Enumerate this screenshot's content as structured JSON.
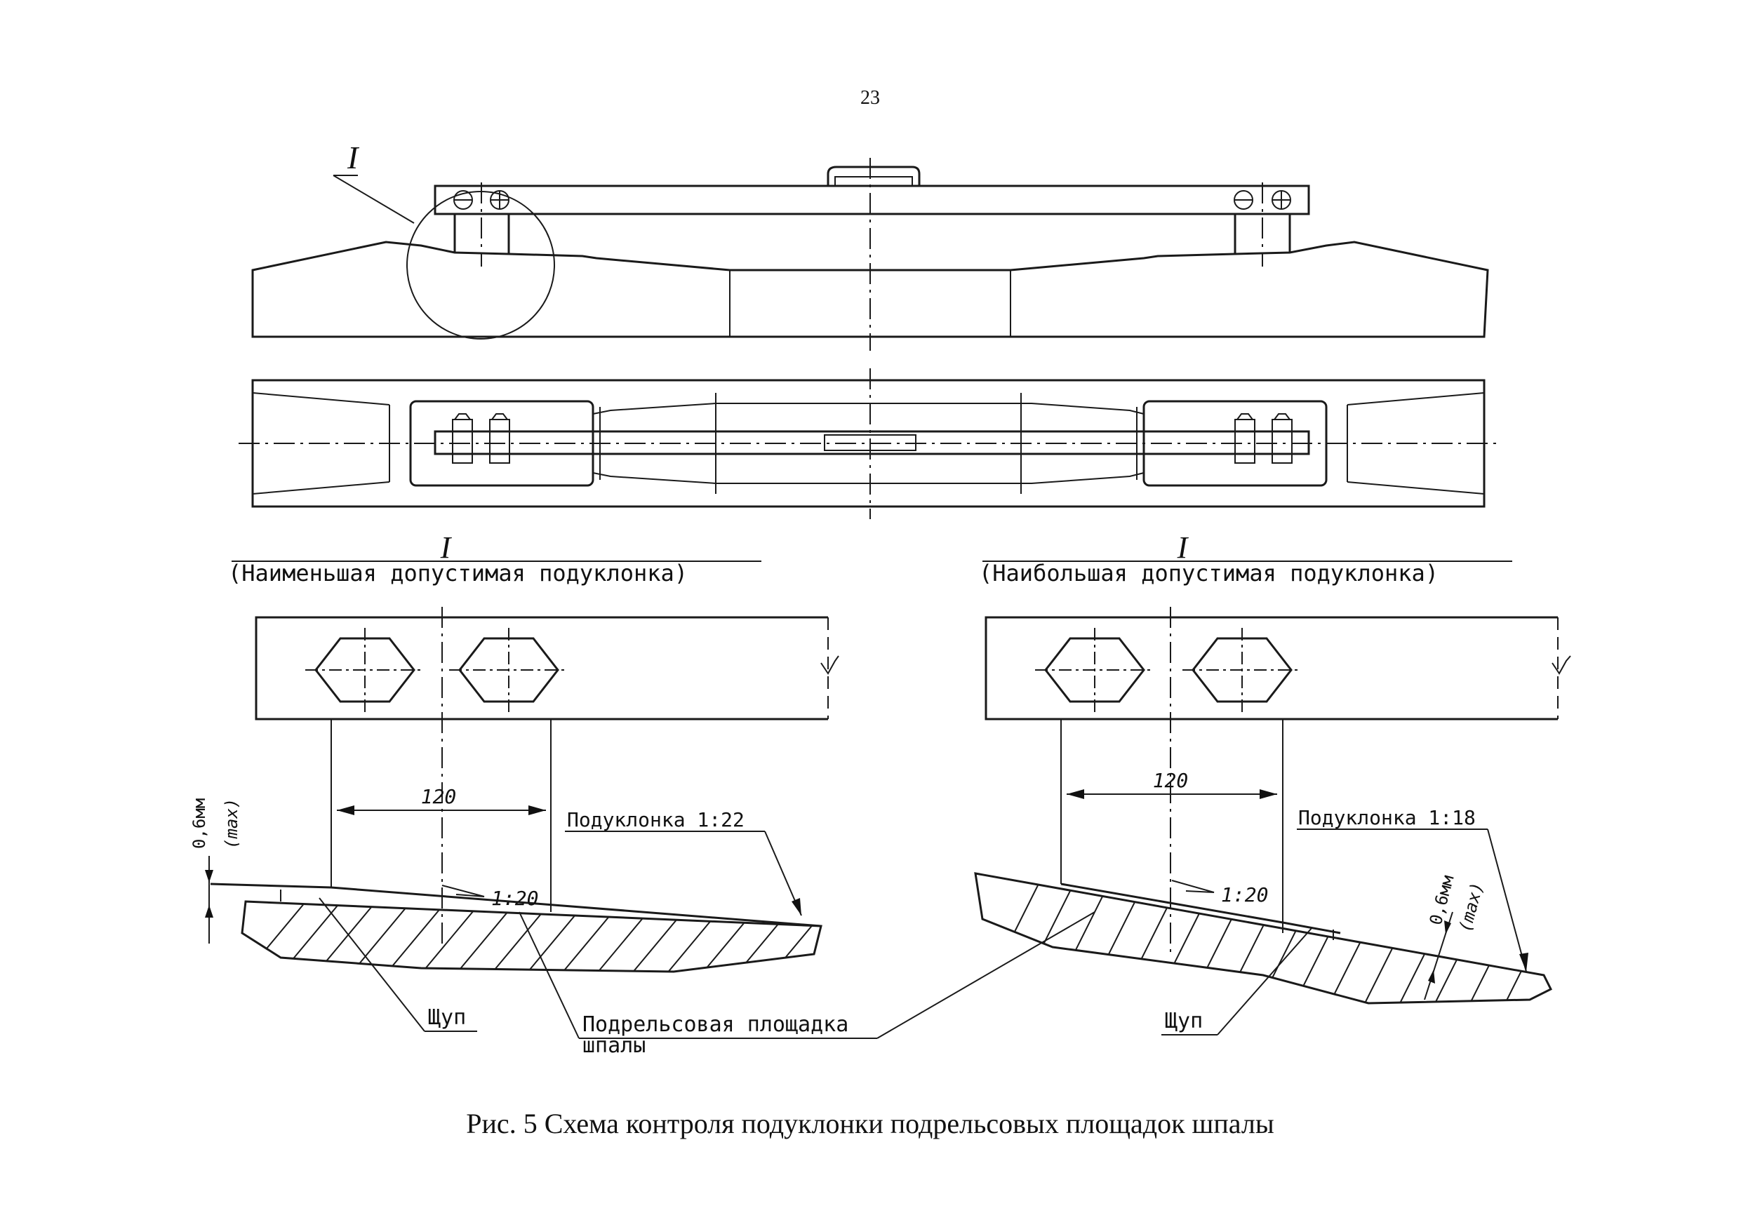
{
  "page_number": "23",
  "detail_marker": "I",
  "detail_left": {
    "marker": "I",
    "caption": "(Наименьшая допустимая подуклонка)",
    "dimension": "120",
    "slope_label": "Подуклонка 1:22",
    "ratio": "1:20",
    "gap_value": "0,6мм",
    "gap_note": "(max)",
    "probe_label": "Щуп"
  },
  "detail_right": {
    "marker": "I",
    "caption": "(Наибольшая допустимая подуклонка)",
    "dimension": "120",
    "slope_label": "Подуклонка 1:18",
    "ratio": "1:20",
    "gap_value": "0,6мм",
    "gap_note": "(max)",
    "probe_label": "Щуп"
  },
  "shared_callout": {
    "line1": "Подрельсовая площадка",
    "line2": "шпалы"
  },
  "figure_caption": "Рис. 5 Схема контроля подуклонки подрельсовых площадок шпалы"
}
